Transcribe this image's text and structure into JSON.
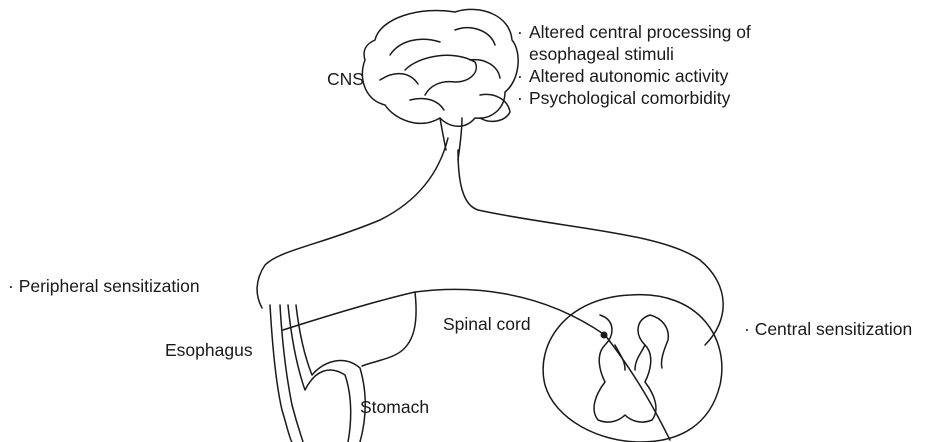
{
  "labels": {
    "cns": "CNS",
    "peripheral": "· Peripheral sensitization",
    "esophagus": "Esophagus",
    "stomach": "Stomach",
    "spinal_cord": "Spinal cord",
    "central": "· Central sensitization"
  },
  "cns_effects": [
    {
      "bullet": "·",
      "text": "Altered central processing of\nesophageal stimuli"
    },
    {
      "bullet": "·",
      "text": "Altered autonomic activity"
    },
    {
      "bullet": "·",
      "text": "Psychological comorbidity"
    }
  ]
}
